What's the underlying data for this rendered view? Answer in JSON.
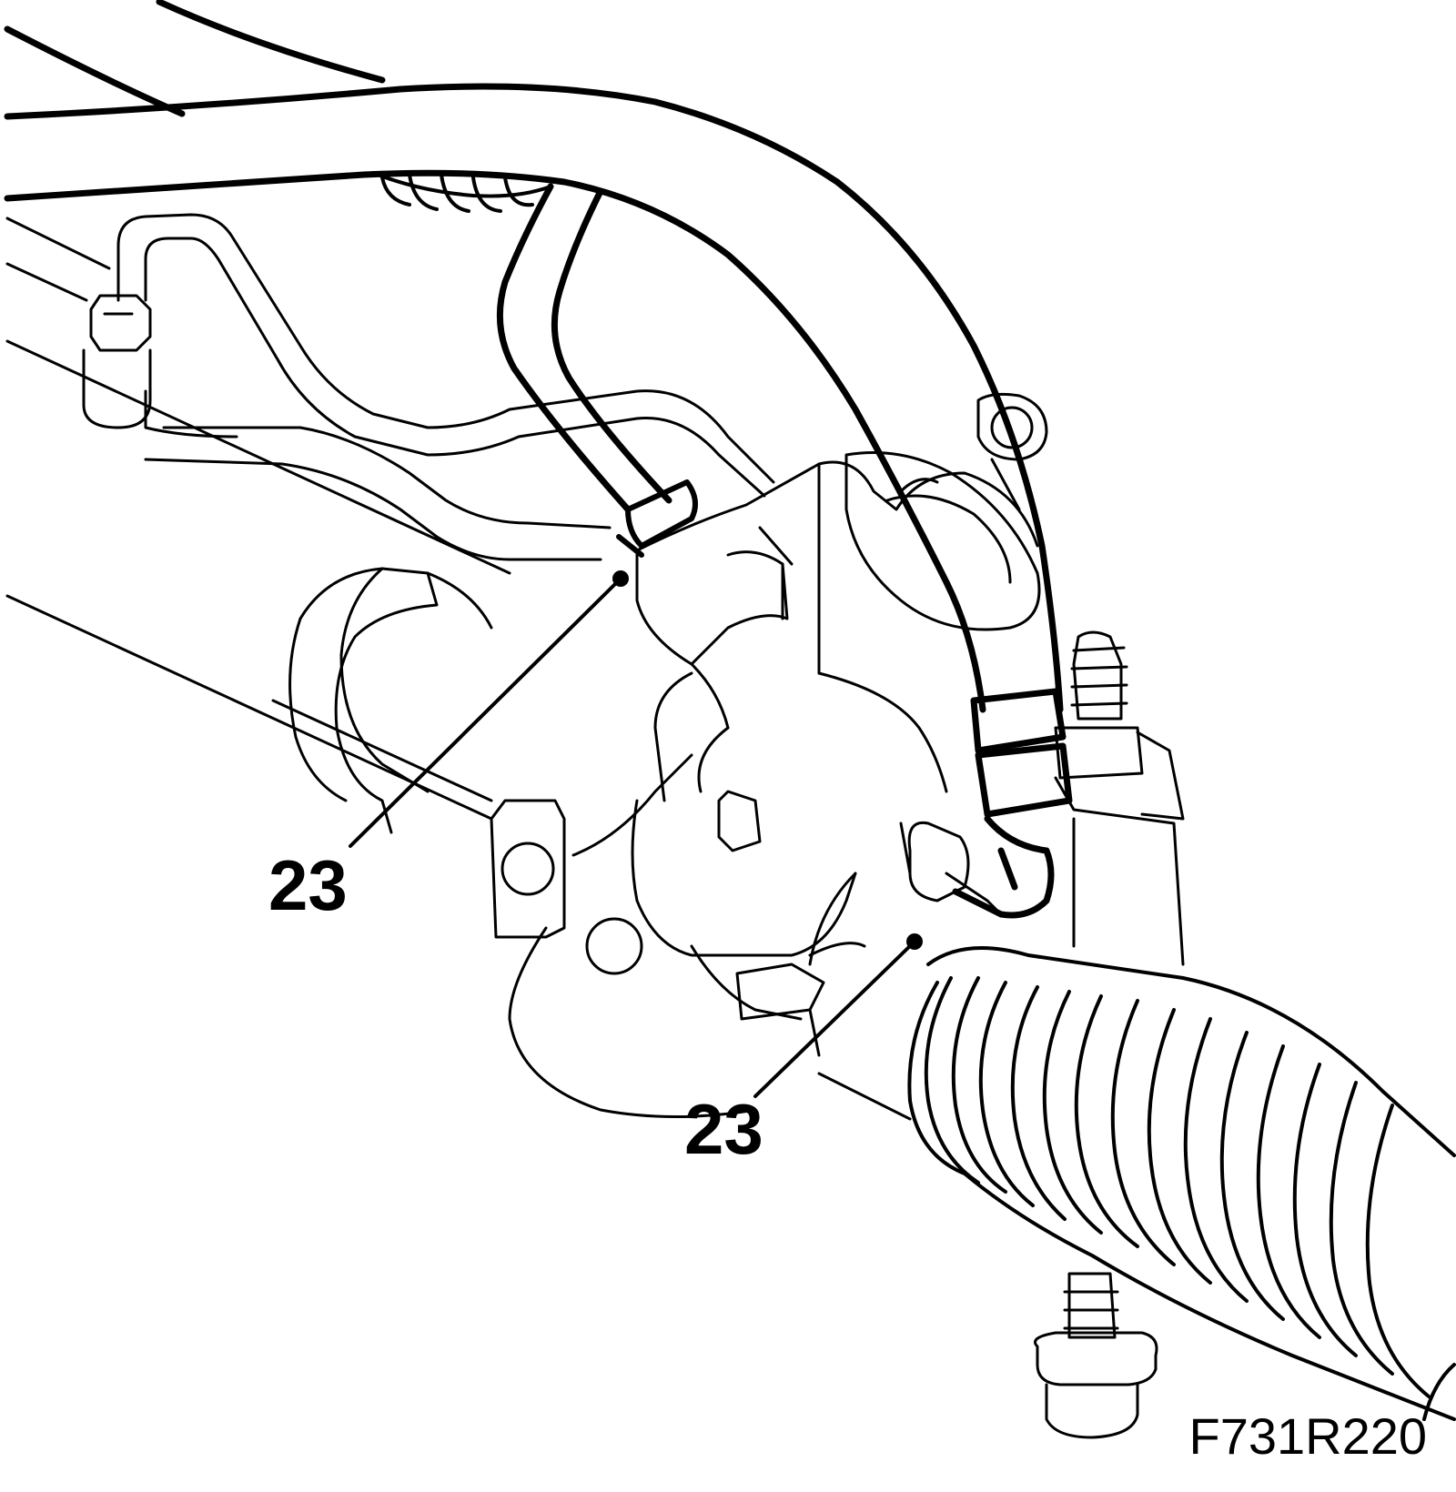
{
  "figure_code": "F731R220",
  "callouts": [
    {
      "label": "23"
    },
    {
      "label": "23"
    }
  ],
  "colors": {
    "line": "#000000",
    "background": "#ffffff"
  }
}
